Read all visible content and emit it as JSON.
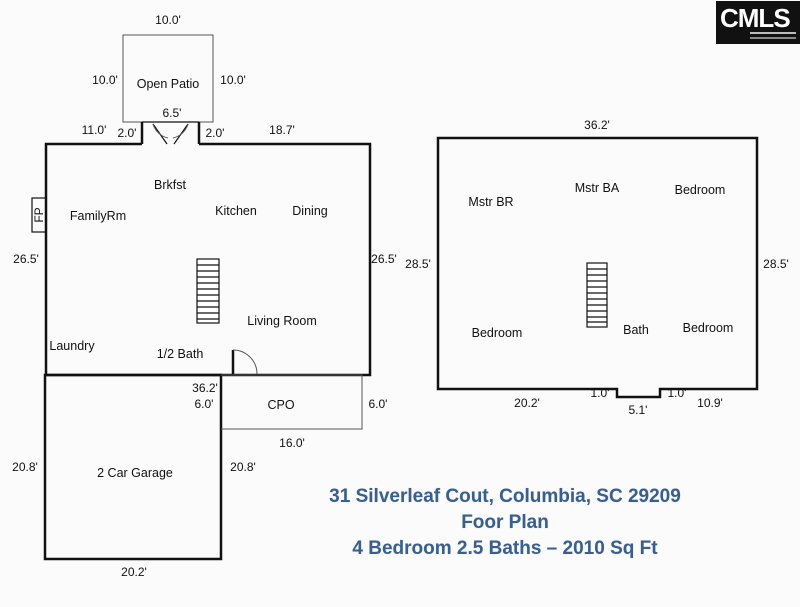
{
  "logo": {
    "text": "CMLS"
  },
  "caption": {
    "address": "31 Silverleaf Cout, Columbia, SC 29209",
    "subtitle": "Foor Plan",
    "summary": "4 Bedroom 2.5 Baths – 2010 Sq Ft"
  },
  "first_floor": {
    "patio": {
      "label": "Open Patio",
      "top": "10.0'",
      "left": "10.0'",
      "right": "10.0'",
      "door": "6.5'"
    },
    "dims": {
      "top_left": "11.0'",
      "top_left_inner": "2.0'",
      "top_right_inner": "2.0'",
      "top_right": "18.7'",
      "left": "26.5'",
      "right": "26.5'",
      "bottom_right": "36.2'"
    },
    "fireplace": "FP",
    "rooms": {
      "brkfst": "Brkfst",
      "family": "FamilyRm",
      "kitchen": "Kitchen",
      "dining": "Dining",
      "living": "Living Room",
      "laundry": "Laundry",
      "half_bath": "1/2 Bath"
    },
    "cpo": {
      "label": "CPO",
      "left": "6.0'",
      "right": "6.0'",
      "bottom": "16.0'"
    },
    "garage": {
      "label": "2 Car Garage",
      "left": "20.8'",
      "right": "20.8'",
      "bottom": "20.2'"
    }
  },
  "second_floor": {
    "dims": {
      "top": "36.2'",
      "left": "28.5'",
      "right": "28.5'",
      "bottom_left": "20.2'",
      "notch_left": "1.0'",
      "notch_right": "1.0'",
      "notch": "5.1'",
      "bottom_right": "10.9'"
    },
    "rooms": {
      "mstr_br": "Mstr BR",
      "mstr_ba": "Mstr BA",
      "bedroom_top": "Bedroom",
      "bedroom_left": "Bedroom",
      "bath": "Bath",
      "bedroom_right": "Bedroom"
    }
  }
}
